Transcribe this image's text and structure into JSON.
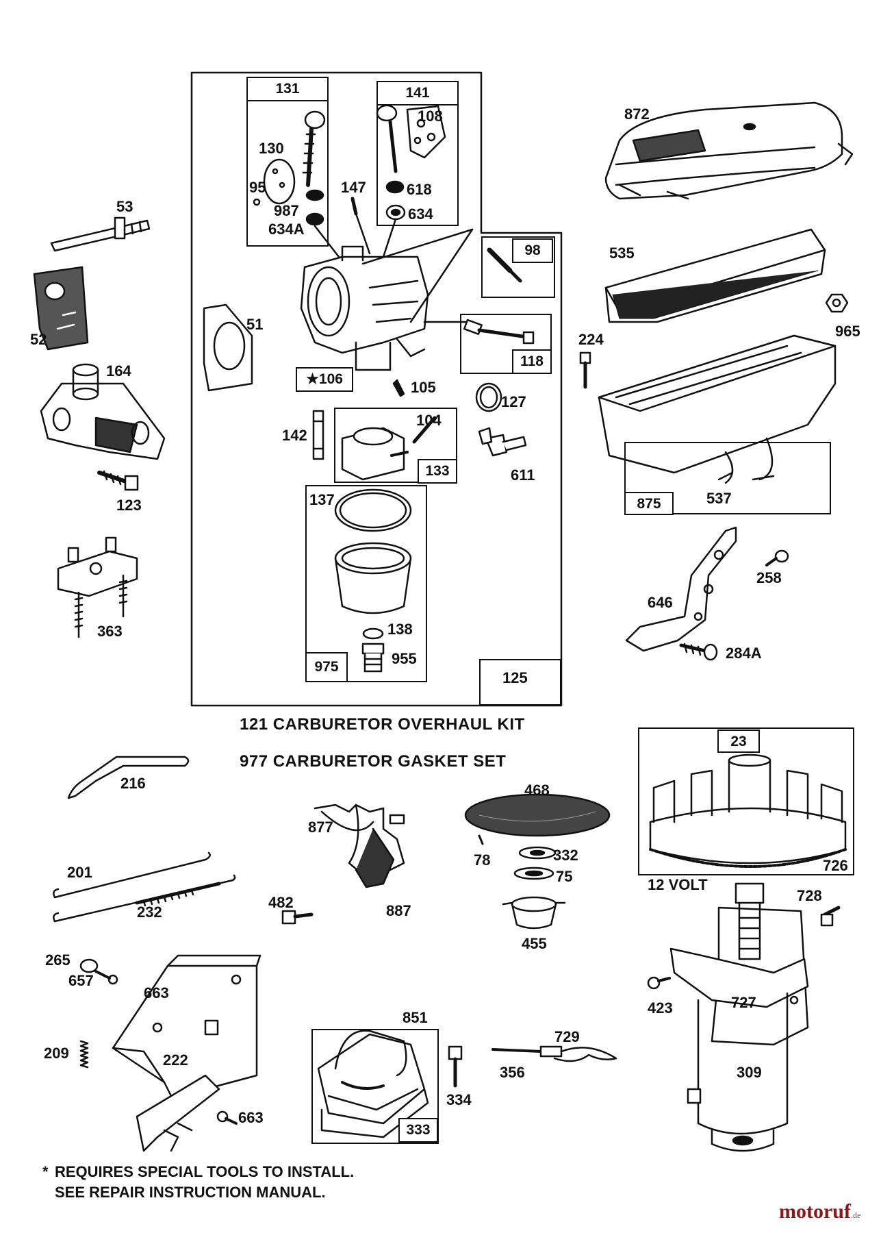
{
  "diagram": {
    "part_labels": {
      "p131": "131",
      "p141": "141",
      "p108": "108",
      "p130": "130",
      "p95": "95",
      "p987": "987",
      "p634A": "634A",
      "p618": "618",
      "p634": "634",
      "p147": "147",
      "p98": "98",
      "p118": "118",
      "p51": "51",
      "p106": "106",
      "p105": "105",
      "p127": "127",
      "p142": "142",
      "p104": "104",
      "p133": "133",
      "p611": "611",
      "p137": "137",
      "p138": "138",
      "p955": "955",
      "p975": "975",
      "p125": "125",
      "p53": "53",
      "p52": "52",
      "p164": "164",
      "p123": "123",
      "p363": "363",
      "p872": "872",
      "p535": "535",
      "p965": "965",
      "p224": "224",
      "p875": "875",
      "p537": "537",
      "p258": "258",
      "p646": "646",
      "p284A": "284A",
      "p216": "216",
      "p201": "201",
      "p232": "232",
      "p877": "877",
      "p887": "887",
      "p482": "482",
      "p468": "468",
      "p78": "78",
      "p332": "332",
      "p75": "75",
      "p455": "455",
      "p23": "23",
      "p726": "726",
      "p728": "728",
      "p423": "423",
      "p727": "727",
      "p309": "309",
      "p265": "265",
      "p657": "657",
      "p663a": "663",
      "p209": "209",
      "p222": "222",
      "p663b": "663",
      "p851": "851",
      "p334": "334",
      "p333": "333",
      "p729": "729",
      "p356": "356"
    },
    "star_106": "★106",
    "kit_121": "121  CARBURETOR OVERHAUL KIT",
    "kit_977": "977  CARBURETOR GASKET SET",
    "volt_label": "12 VOLT",
    "footnote_line1": "REQUIRES SPECIAL TOOLS TO INSTALL.",
    "footnote_line2": "SEE REPAIR INSTRUCTION MANUAL.",
    "footnote_mark": "*",
    "brand_name": "motoruf",
    "brand_suffix": ".de"
  }
}
